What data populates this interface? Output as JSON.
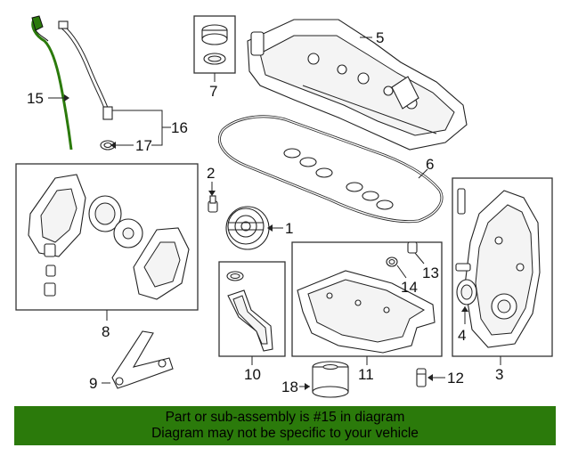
{
  "callouts": {
    "c1": "1",
    "c2": "2",
    "c3": "3",
    "c4": "4",
    "c5": "5",
    "c6": "6",
    "c7": "7",
    "c8": "8",
    "c9": "9",
    "c10": "10",
    "c11": "11",
    "c12": "12",
    "c13": "13",
    "c14": "14",
    "c15": "15",
    "c16": "16",
    "c17": "17",
    "c18": "18"
  },
  "banner": {
    "line1": "Part or sub-assembly is #15 in diagram",
    "line2": "Diagram may not be specific to your vehicle"
  },
  "colors": {
    "banner_bg": "#2b7a0b",
    "highlight_part": "#2b7a0b"
  }
}
